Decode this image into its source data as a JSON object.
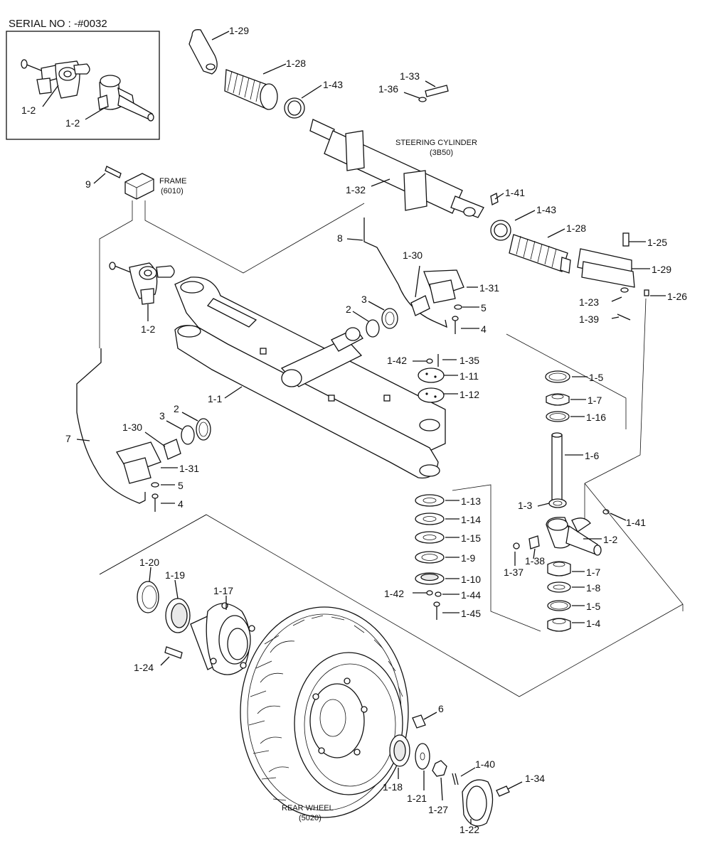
{
  "header": {
    "serial": "SERIAL NO : -#0032"
  },
  "captions": {
    "steering_cylinder": [
      "STEERING CYLINDER",
      "(3B50)"
    ],
    "frame": [
      "FRAME",
      "(6010)"
    ],
    "rear_wheel": [
      "REAR WHEEL",
      "(5020)"
    ]
  },
  "callouts": {
    "inset_2a": "1-2",
    "inset_2b": "1-2",
    "c1_29a": "1-29",
    "c1_28a": "1-28",
    "c1_43a": "1-43",
    "c1_33": "1-33",
    "c1_36": "1-36",
    "c1_32": "1-32",
    "c1_41a": "1-41",
    "c1_43b": "1-43",
    "c1_28b": "1-28",
    "c1_25": "1-25",
    "c1_29b": "1-29",
    "c1_23": "1-23",
    "c1_26": "1-26",
    "c1_39": "1-39",
    "c9": "9",
    "c8": "8",
    "c1_30a": "1-30",
    "c1_31a": "1-31",
    "c3a": "3",
    "c2a": "2",
    "c5a": "5",
    "c4a": "4",
    "c1_2a": "1-2",
    "c1_42a": "1-42",
    "c1_35": "1-35",
    "c1_11": "1-11",
    "c1_12": "1-12",
    "c1_5a": "1-5",
    "c1_7a": "1-7",
    "c1_16": "1-16",
    "c1_1": "1-1",
    "c7": "7",
    "c3b": "3",
    "c2b": "2",
    "c1_30b": "1-30",
    "c1_31b": "1-31",
    "c5b": "5",
    "c4b": "4",
    "c1_6": "1-6",
    "c1_13": "1-13",
    "c1_3": "1-3",
    "c1_14": "1-14",
    "c1_41b": "1-41",
    "c1_15": "1-15",
    "c1_2b": "1-2",
    "c1_9": "1-9",
    "c1_37": "1-37",
    "c1_38": "1-38",
    "c1_7b": "1-7",
    "c1_10": "1-10",
    "c1_8": "1-8",
    "c1_42b": "1-42",
    "c1_44": "1-44",
    "c1_5b": "1-5",
    "c1_45": "1-45",
    "c1_4": "1-4",
    "c1_20": "1-20",
    "c1_19": "1-19",
    "c1_17": "1-17",
    "c1_24": "1-24",
    "c6": "6",
    "c1_40": "1-40",
    "c1_34": "1-34",
    "c1_18": "1-18",
    "c1_21": "1-21",
    "c1_27": "1-27",
    "c1_22": "1-22"
  }
}
